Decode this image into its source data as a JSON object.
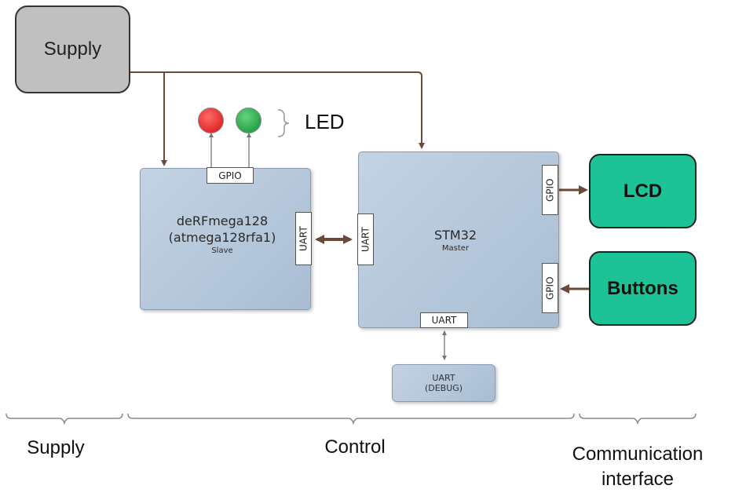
{
  "supply_box": {
    "label": "Supply"
  },
  "led": {
    "label": "LED",
    "colors": {
      "red": "#e83434",
      "green": "#2fb24f"
    }
  },
  "derf": {
    "name": "deRFmega128",
    "chip": "(atmega128rfa1)",
    "role": "Slave",
    "gpio_port": "GPIO",
    "uart_port": "UART"
  },
  "stm": {
    "name": "STM32",
    "role": "Master",
    "uart_left": "UART",
    "gpio_top": "GPIO",
    "gpio_bottom": "GPIO",
    "uart_bottom": "UART"
  },
  "debug": {
    "line1": "UART",
    "line2": "(DEBUG)"
  },
  "lcd": {
    "label": "LCD"
  },
  "buttons": {
    "label": "Buttons"
  },
  "sections": {
    "supply": "Supply",
    "control": "Control",
    "communication_line1": "Communication",
    "communication_line2": "interface"
  },
  "colors": {
    "module": "#1dc397",
    "supply": "#c0c0c0",
    "board": "#b8c9dc",
    "arrow": "#6b4a3a"
  }
}
